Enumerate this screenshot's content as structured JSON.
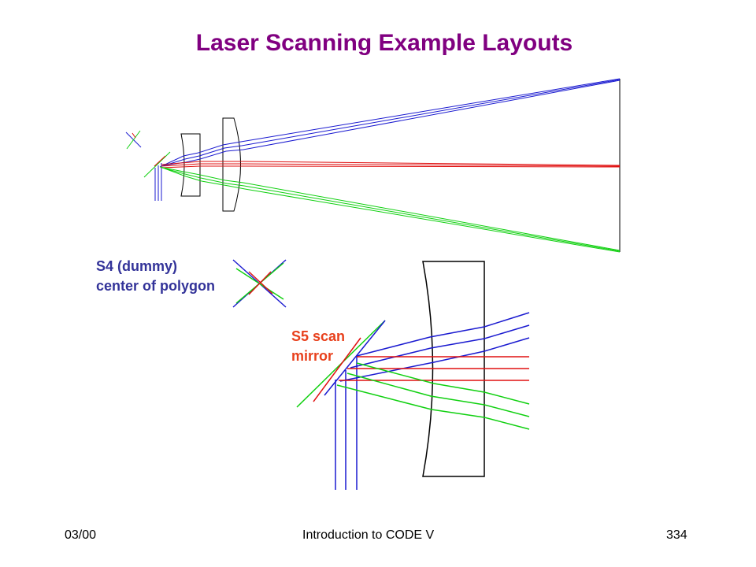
{
  "title": "Laser Scanning Example Layouts",
  "labels": {
    "dummy_line1": "S4 (dummy)",
    "dummy_line2": "center of polygon",
    "mirror_line1": "S5 scan",
    "mirror_line2": "mirror"
  },
  "footer": {
    "date": "03/00",
    "course": "Introduction to CODE V",
    "page": "334"
  },
  "colors": {
    "title": "#800080",
    "dummy_label": "#333399",
    "mirror_label": "#e8401c",
    "ray_blue": "#1a1ad0",
    "ray_red": "#e01010",
    "ray_green": "#10d010",
    "lens": "#000000"
  }
}
